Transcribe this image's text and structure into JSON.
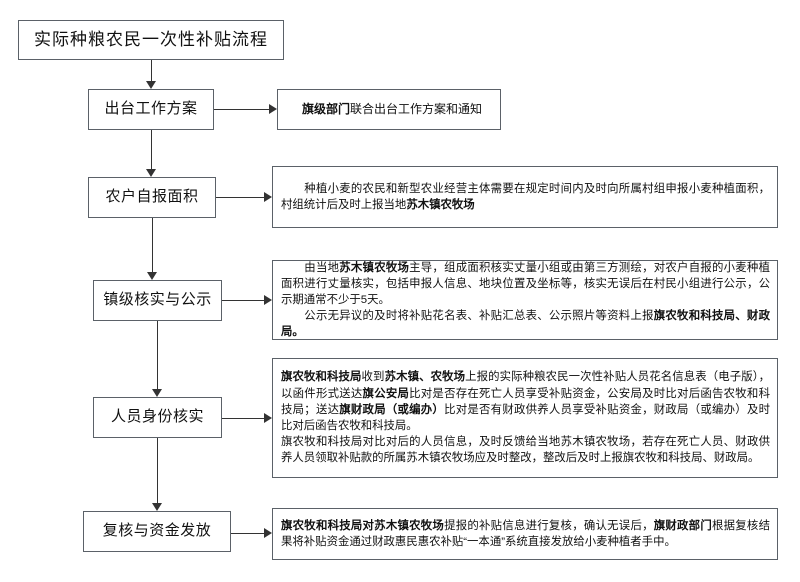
{
  "diagram": {
    "title": "实际种粮农民一次性补贴流程",
    "steps": [
      {
        "id": "step-1",
        "label": "出台工作方案"
      },
      {
        "id": "step-2",
        "label": "农户自报面积"
      },
      {
        "id": "step-3",
        "label": "镇级核实与公示"
      },
      {
        "id": "step-4",
        "label": "人员身份核实"
      },
      {
        "id": "step-5",
        "label": "复核与资金发放"
      }
    ],
    "details": [
      {
        "id": "detail-1",
        "paragraphs": [
          [
            {
              "text": "旗级部门",
              "bold": true
            },
            {
              "text": "联合出台工作方案和通知",
              "bold": false
            }
          ]
        ]
      },
      {
        "id": "detail-2",
        "paragraphs": [
          [
            {
              "text": "　　种植小麦的农民和新型农业经营主体需要在规定时间内及时向所属村组申报小麦种植面积，村组统计后及时上报当地",
              "bold": false
            },
            {
              "text": "苏木镇农牧场",
              "bold": true
            }
          ]
        ]
      },
      {
        "id": "detail-3",
        "paragraphs": [
          [
            {
              "text": "　　由当地",
              "bold": false
            },
            {
              "text": "苏木镇农牧场",
              "bold": true
            },
            {
              "text": "主导，组成面积核实丈量小组或由第三方测绘，对农户自报的小麦种植面积进行丈量核实，包括申报人信息、地块位置及坐标等，核实无误后在村民小组进行公示，公示期通常不少于5天。",
              "bold": false
            }
          ],
          [
            {
              "text": "　　公示无异议的及时将补贴花名表、补贴汇总表、公示照片等资料上报",
              "bold": false
            },
            {
              "text": "旗农牧和科技局、财政局。",
              "bold": true
            }
          ]
        ]
      },
      {
        "id": "detail-4",
        "paragraphs": [
          [
            {
              "text": "旗农牧和科技局",
              "bold": true
            },
            {
              "text": "收到",
              "bold": false
            },
            {
              "text": "苏木镇、农牧场",
              "bold": true
            },
            {
              "text": "上报的实际种粮农民一次性补贴人员花名信息表（电子版），以函件形式送达",
              "bold": false
            },
            {
              "text": "旗公安局",
              "bold": true
            },
            {
              "text": "比对是否存在死亡人员享受补贴资金，公安局及时比对后函告农牧和科技局；送达",
              "bold": false
            },
            {
              "text": "旗财政局（或编办）",
              "bold": true
            },
            {
              "text": "比对是否有财政供养人员享受补贴资金，财政局（或编办）及时比对后函告农牧和科技局。",
              "bold": false
            }
          ],
          [
            {
              "text": "旗农牧和科技局对比对后的人员信息，及时反馈给当地苏木镇农牧场，若存在死亡人员、财政供养人员领取补贴款的所属苏木镇农牧场应及时整改，整改后及时上报旗农牧和科技局、财政局。",
              "bold": false
            }
          ]
        ]
      },
      {
        "id": "detail-5",
        "paragraphs": [
          [
            {
              "text": "旗农牧和科技局对苏木镇农牧场",
              "bold": true
            },
            {
              "text": "提报的补贴信息进行复核，确认无误后，",
              "bold": false
            },
            {
              "text": "旗财政部门",
              "bold": true
            },
            {
              "text": "根据复核结果将补贴资金通过财政惠民惠农补贴“一本通”系统直接发放给小麦种植者手中。",
              "bold": false
            }
          ]
        ]
      }
    ],
    "colors": {
      "border": "#5b6168",
      "connector": "#333333",
      "background": "#ffffff",
      "text": "#111111"
    }
  }
}
